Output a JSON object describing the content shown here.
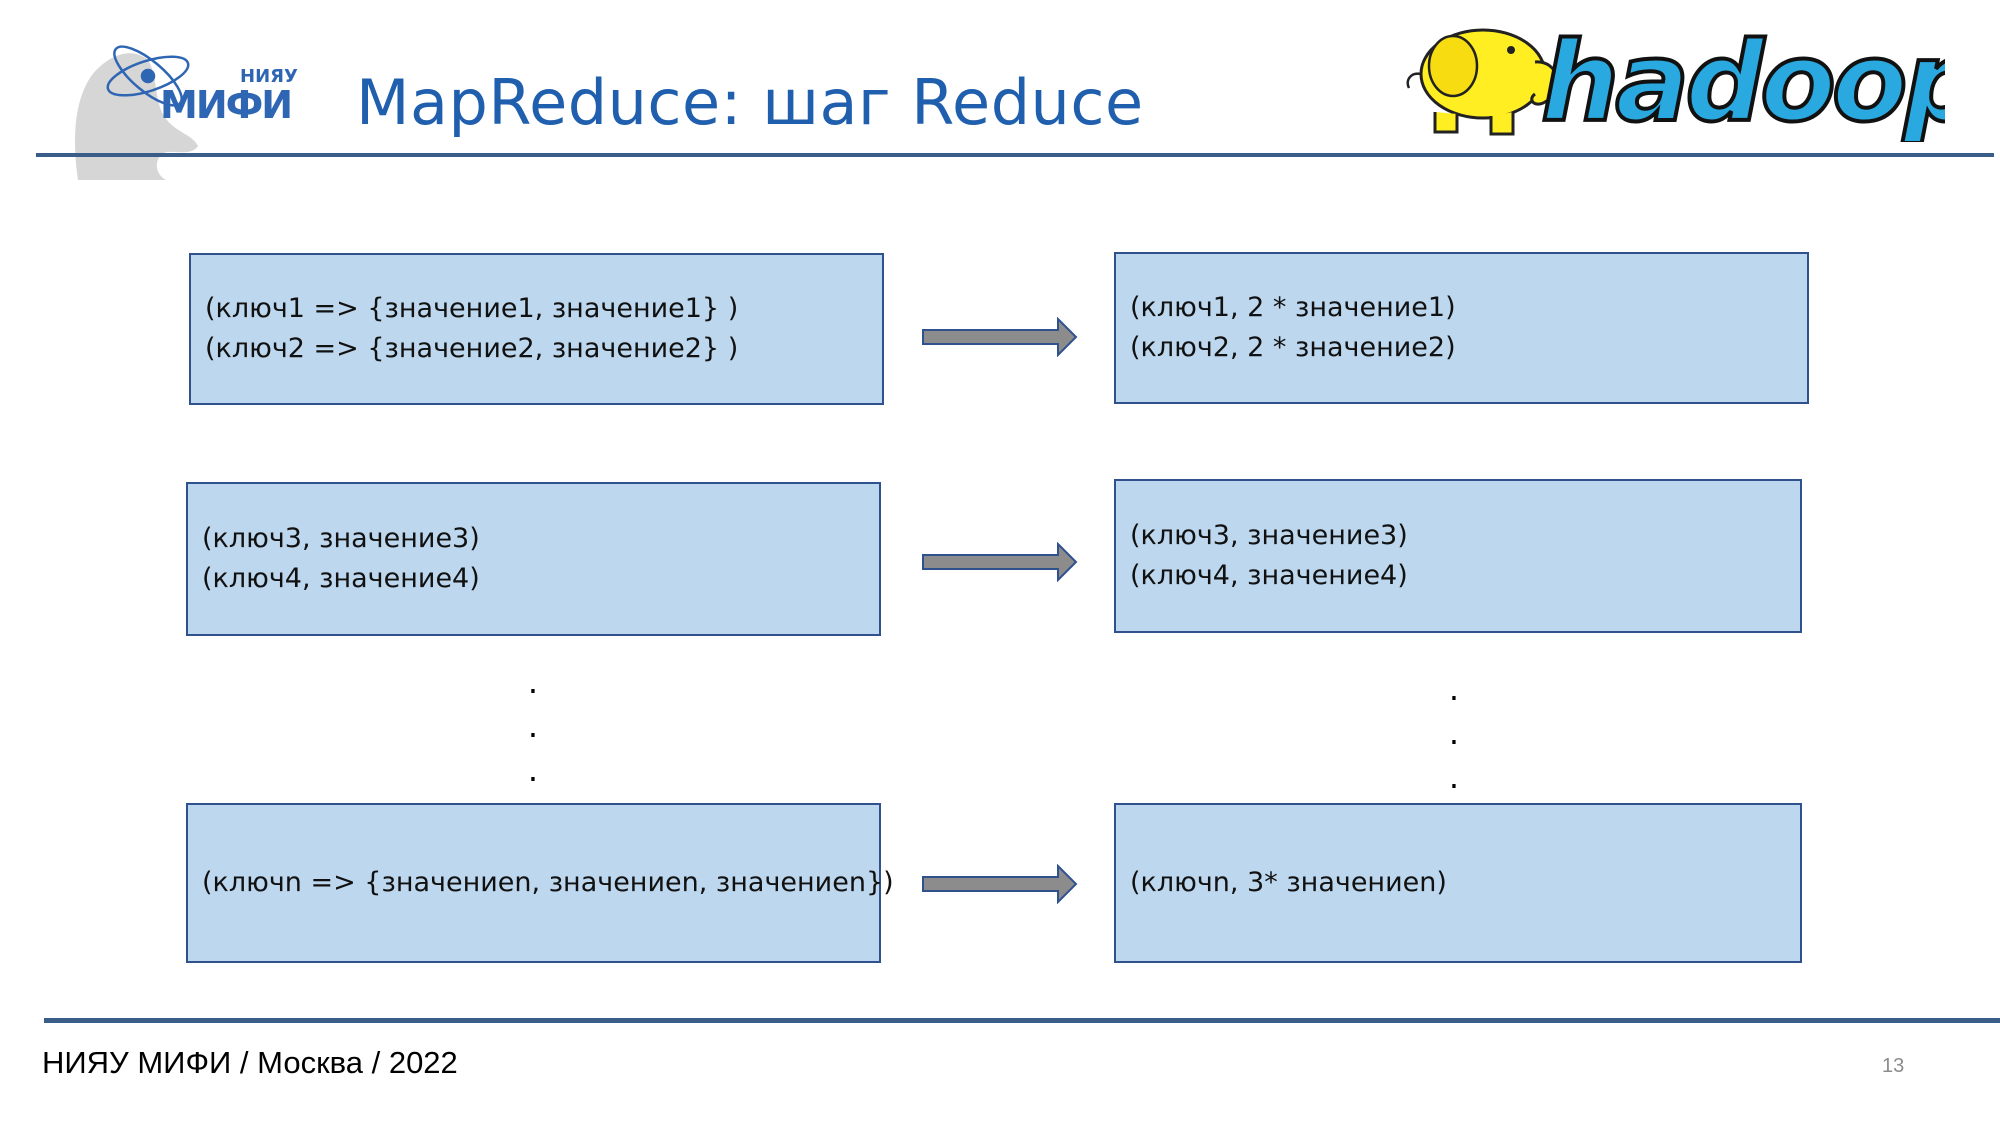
{
  "header": {
    "title": "MapReduce: шаг Reduce",
    "mephi_logo_small": "НИЯУ",
    "mephi_logo_large": "МИФИ",
    "hadoop_logo_text": "hadoop",
    "hadoop_logo_color": "#29a9e0",
    "title_color": "#1f5fae"
  },
  "diagram": {
    "rows": [
      {
        "input": [
          "(ключ1 => {значение1, значение1} )",
          "(ключ2 => {значение2, значение2} )"
        ],
        "output": [
          "(ключ1,  2 * значение1)",
          "(ключ2,  2 * значение2)"
        ]
      },
      {
        "input": [
          "(ключ3, значение3)",
          "(ключ4, значение4)"
        ],
        "output": [
          "(ключ3, значение3)",
          "(ключ4, значение4)"
        ]
      },
      {
        "input": [
          "(ключn => {значениеn, значениеn, значениеn})"
        ],
        "output": [
          "(ключn,  3* значениеn)"
        ]
      }
    ],
    "ellipsis": ".",
    "box_fill": "#bdd7ee",
    "box_border": "#2f528f",
    "arrow_color": "#8c8c8c"
  },
  "footer": {
    "text": "НИЯУ МИФИ / Москва / 2022",
    "page_number": "13"
  }
}
